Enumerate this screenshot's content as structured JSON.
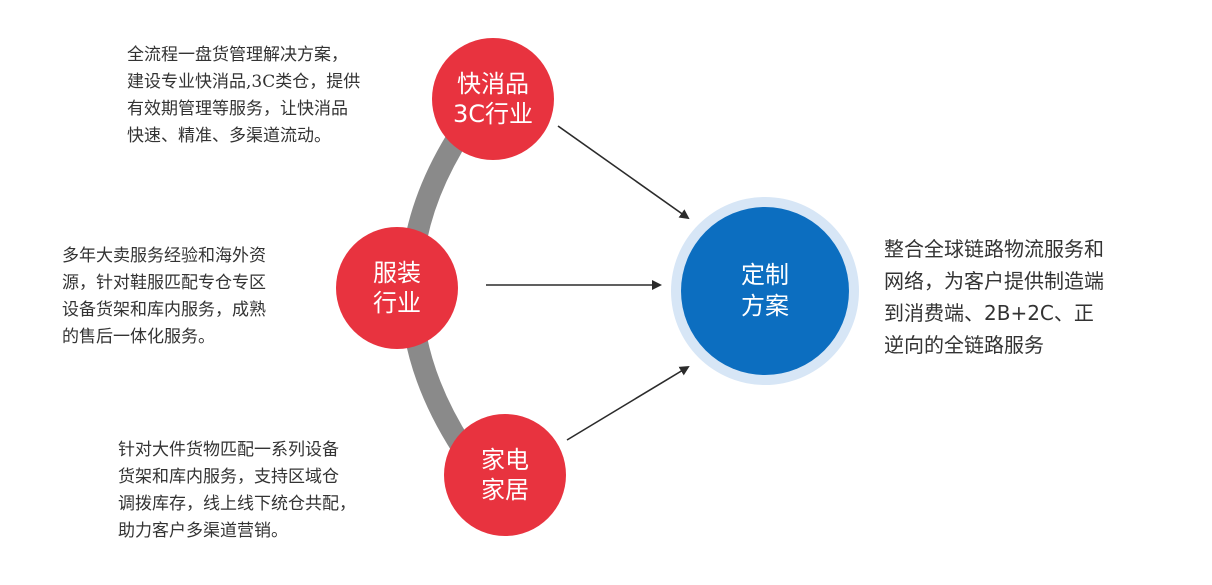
{
  "diagram": {
    "nodes": {
      "fmcg": {
        "line1": "快消品",
        "line2": "3C行业",
        "color": "#e8333f"
      },
      "apparel": {
        "line1": "服装",
        "line2": "行业",
        "color": "#e8333f"
      },
      "home": {
        "line1": "家电",
        "line2": "家居",
        "color": "#e8333f"
      },
      "center": {
        "line1": "定制",
        "line2": "方案",
        "color": "#0c6ec0",
        "ring_color": "#d7e6f6"
      }
    },
    "descriptions": {
      "fmcg": "全流程一盘货管理解决方案，\n建设专业快消品,3C类仓，提供\n有效期管理等服务，让快消品\n快速、精准、多渠道流动。",
      "apparel": "多年大卖服务经验和海外资\n源，针对鞋服匹配专仓专区\n设备货架和库内服务，成熟\n的售后一体化服务。",
      "home": "针对大件货物匹配一系列设备\n货架和库内服务，支持区域仓\n调拨库存，线上线下统仓共配，\n助力客户多渠道营销。",
      "center": "整合全球链路物流服务和\n网络，为客户提供制造端\n到消费端、2B+2C、正\n逆向的全链路服务"
    },
    "arc_color": "#8a8a8a",
    "arrow_color": "#2b2b2b"
  }
}
